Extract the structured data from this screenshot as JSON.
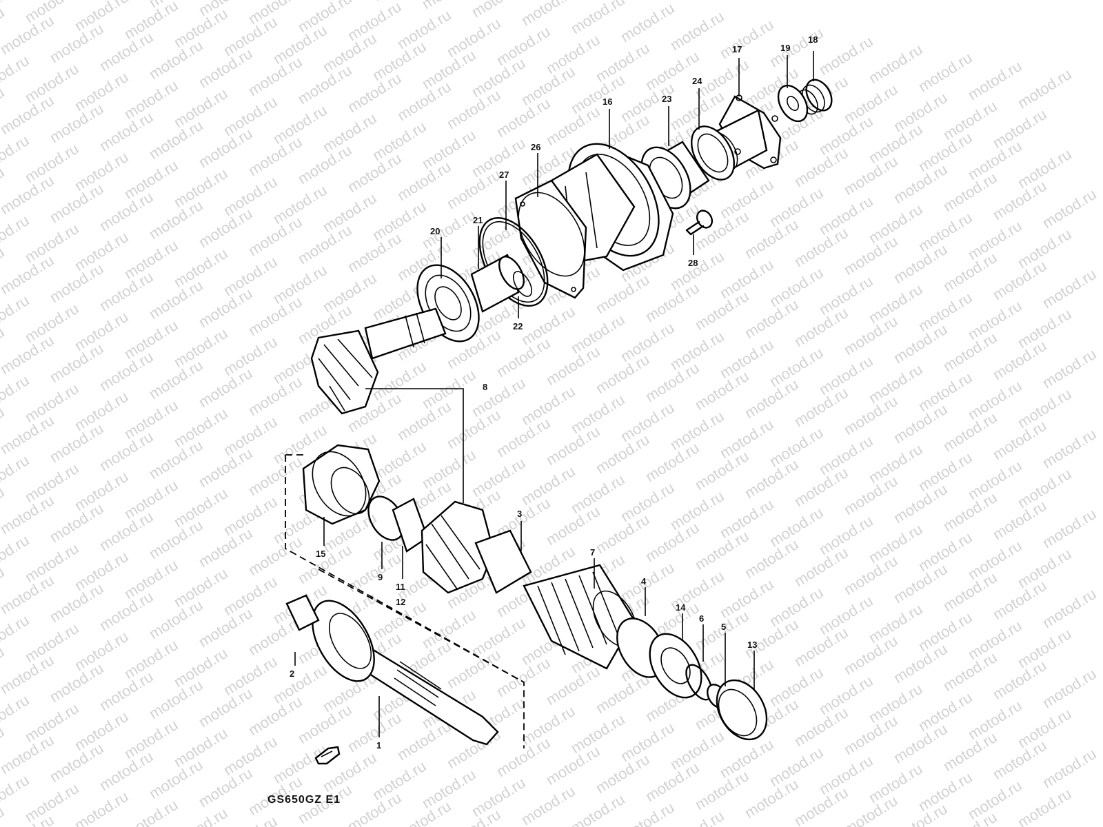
{
  "watermark": "motod.ru",
  "footer_code": "GS650GZ E1",
  "callouts": {
    "p1": "1",
    "p2": "2",
    "p3": "3",
    "p4": "4",
    "p5": "5",
    "p6": "6",
    "p7": "7",
    "p8": "8",
    "p9": "9",
    "p11": "11",
    "p12": "12",
    "p13": "13",
    "p14": "14",
    "p15": "15",
    "p16": "16",
    "p17": "17",
    "p18": "18",
    "p19": "19",
    "p20": "20",
    "p21": "21",
    "p22": "22",
    "p23": "23",
    "p24": "24",
    "p26": "26",
    "p27": "27",
    "p28": "28"
  },
  "colors": {
    "line": "#000000",
    "watermark": "#d2d2d2",
    "background": "#ffffff"
  }
}
